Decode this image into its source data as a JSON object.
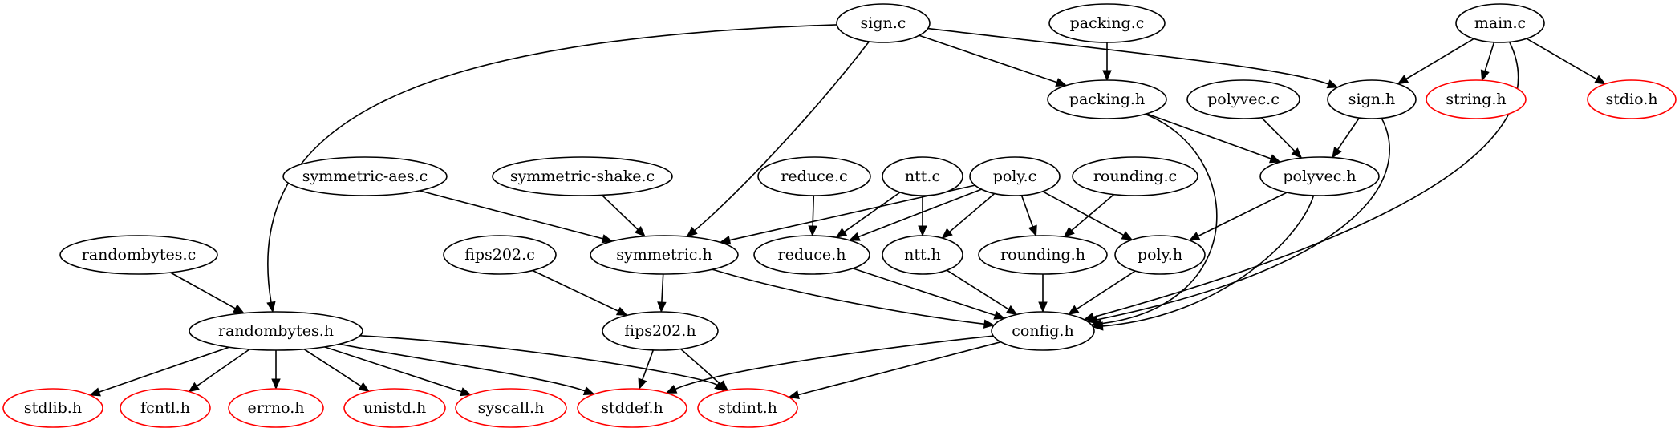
{
  "colors": {
    "background": "#ffffff",
    "internal_stroke": "#000000",
    "system_stroke": "#ff0000",
    "edge": "#000000",
    "text": "#000000"
  },
  "nodes": [
    {
      "id": "sign_c",
      "label": "sign.c",
      "kind": "internal"
    },
    {
      "id": "packing_c",
      "label": "packing.c",
      "kind": "internal"
    },
    {
      "id": "main_c",
      "label": "main.c",
      "kind": "internal"
    },
    {
      "id": "packing_h",
      "label": "packing.h",
      "kind": "internal"
    },
    {
      "id": "polyvec_c",
      "label": "polyvec.c",
      "kind": "internal"
    },
    {
      "id": "sign_h",
      "label": "sign.h",
      "kind": "internal"
    },
    {
      "id": "string_h",
      "label": "string.h",
      "kind": "system"
    },
    {
      "id": "stdio_h",
      "label": "stdio.h",
      "kind": "system"
    },
    {
      "id": "symmetric_aes_c",
      "label": "symmetric-aes.c",
      "kind": "internal"
    },
    {
      "id": "symmetric_shake_c",
      "label": "symmetric-shake.c",
      "kind": "internal"
    },
    {
      "id": "reduce_c",
      "label": "reduce.c",
      "kind": "internal"
    },
    {
      "id": "ntt_c",
      "label": "ntt.c",
      "kind": "internal"
    },
    {
      "id": "poly_c",
      "label": "poly.c",
      "kind": "internal"
    },
    {
      "id": "rounding_c",
      "label": "rounding.c",
      "kind": "internal"
    },
    {
      "id": "polyvec_h",
      "label": "polyvec.h",
      "kind": "internal"
    },
    {
      "id": "randombytes_c",
      "label": "randombytes.c",
      "kind": "internal"
    },
    {
      "id": "fips202_c",
      "label": "fips202.c",
      "kind": "internal"
    },
    {
      "id": "symmetric_h",
      "label": "symmetric.h",
      "kind": "internal"
    },
    {
      "id": "reduce_h",
      "label": "reduce.h",
      "kind": "internal"
    },
    {
      "id": "ntt_h",
      "label": "ntt.h",
      "kind": "internal"
    },
    {
      "id": "rounding_h",
      "label": "rounding.h",
      "kind": "internal"
    },
    {
      "id": "poly_h",
      "label": "poly.h",
      "kind": "internal"
    },
    {
      "id": "randombytes_h",
      "label": "randombytes.h",
      "kind": "internal"
    },
    {
      "id": "fips202_h",
      "label": "fips202.h",
      "kind": "internal"
    },
    {
      "id": "config_h",
      "label": "config.h",
      "kind": "internal"
    },
    {
      "id": "stdlib_h",
      "label": "stdlib.h",
      "kind": "system"
    },
    {
      "id": "fcntl_h",
      "label": "fcntl.h",
      "kind": "system"
    },
    {
      "id": "errno_h",
      "label": "errno.h",
      "kind": "system"
    },
    {
      "id": "unistd_h",
      "label": "unistd.h",
      "kind": "system"
    },
    {
      "id": "syscall_h",
      "label": "syscall.h",
      "kind": "system"
    },
    {
      "id": "stddef_h",
      "label": "stddef.h",
      "kind": "system"
    },
    {
      "id": "stdint_h",
      "label": "stdint.h",
      "kind": "system"
    }
  ],
  "edges": [
    {
      "from": "sign_c",
      "to": "packing_h"
    },
    {
      "from": "sign_c",
      "to": "sign_h"
    },
    {
      "from": "sign_c",
      "to": "symmetric_h"
    },
    {
      "from": "sign_c",
      "to": "randombytes_h"
    },
    {
      "from": "packing_c",
      "to": "packing_h"
    },
    {
      "from": "main_c",
      "to": "sign_h"
    },
    {
      "from": "main_c",
      "to": "string_h"
    },
    {
      "from": "main_c",
      "to": "stdio_h"
    },
    {
      "from": "main_c",
      "to": "config_h"
    },
    {
      "from": "packing_h",
      "to": "polyvec_h"
    },
    {
      "from": "packing_h",
      "to": "config_h"
    },
    {
      "from": "polyvec_c",
      "to": "polyvec_h"
    },
    {
      "from": "sign_h",
      "to": "polyvec_h"
    },
    {
      "from": "sign_h",
      "to": "config_h"
    },
    {
      "from": "symmetric_aes_c",
      "to": "symmetric_h"
    },
    {
      "from": "symmetric_shake_c",
      "to": "symmetric_h"
    },
    {
      "from": "reduce_c",
      "to": "reduce_h"
    },
    {
      "from": "ntt_c",
      "to": "reduce_h"
    },
    {
      "from": "ntt_c",
      "to": "ntt_h"
    },
    {
      "from": "poly_c",
      "to": "symmetric_h"
    },
    {
      "from": "poly_c",
      "to": "reduce_h"
    },
    {
      "from": "poly_c",
      "to": "ntt_h"
    },
    {
      "from": "poly_c",
      "to": "rounding_h"
    },
    {
      "from": "poly_c",
      "to": "poly_h"
    },
    {
      "from": "rounding_c",
      "to": "rounding_h"
    },
    {
      "from": "polyvec_h",
      "to": "poly_h"
    },
    {
      "from": "polyvec_h",
      "to": "config_h"
    },
    {
      "from": "randombytes_c",
      "to": "randombytes_h"
    },
    {
      "from": "fips202_c",
      "to": "fips202_h"
    },
    {
      "from": "symmetric_h",
      "to": "fips202_h"
    },
    {
      "from": "symmetric_h",
      "to": "config_h"
    },
    {
      "from": "reduce_h",
      "to": "config_h"
    },
    {
      "from": "ntt_h",
      "to": "config_h"
    },
    {
      "from": "rounding_h",
      "to": "config_h"
    },
    {
      "from": "poly_h",
      "to": "config_h"
    },
    {
      "from": "randombytes_h",
      "to": "stdlib_h"
    },
    {
      "from": "randombytes_h",
      "to": "fcntl_h"
    },
    {
      "from": "randombytes_h",
      "to": "errno_h"
    },
    {
      "from": "randombytes_h",
      "to": "unistd_h"
    },
    {
      "from": "randombytes_h",
      "to": "syscall_h"
    },
    {
      "from": "randombytes_h",
      "to": "stddef_h"
    },
    {
      "from": "randombytes_h",
      "to": "stdint_h"
    },
    {
      "from": "fips202_h",
      "to": "stddef_h"
    },
    {
      "from": "fips202_h",
      "to": "stdint_h"
    },
    {
      "from": "config_h",
      "to": "stddef_h"
    },
    {
      "from": "config_h",
      "to": "stdint_h"
    }
  ]
}
